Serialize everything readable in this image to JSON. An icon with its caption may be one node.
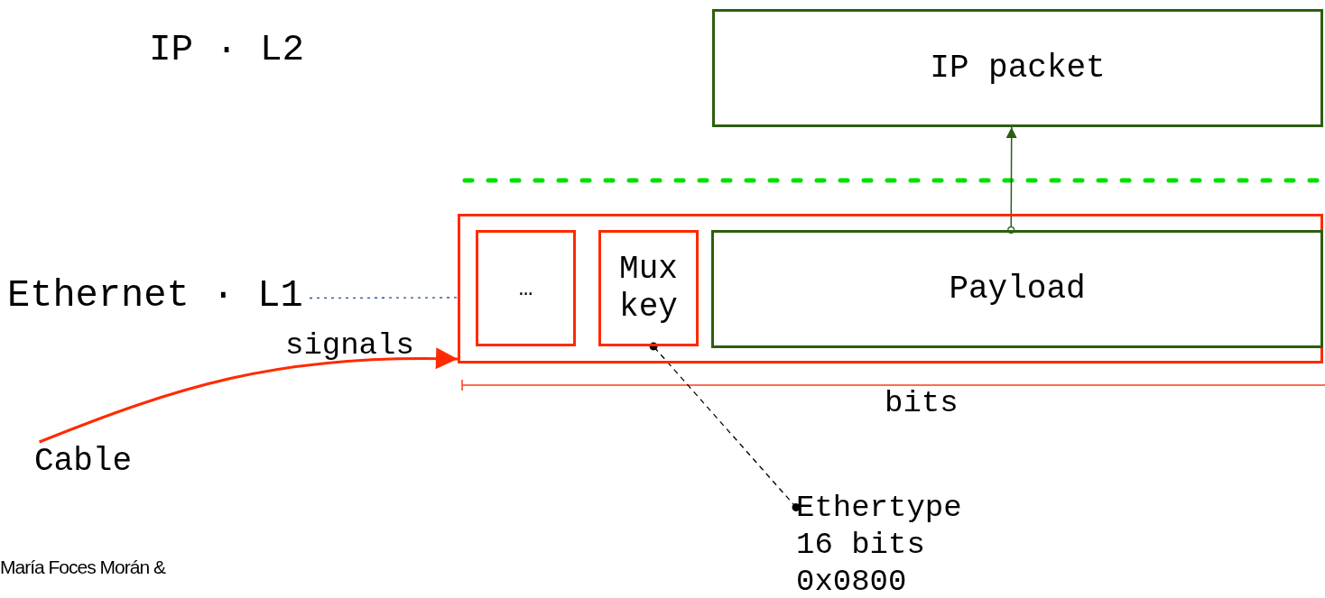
{
  "diagram": {
    "nodes": [
      {
        "text": [
          "IP packet"
        ]
      },
      {
        "text": [],
        "shape": "box"
      },
      {
        "text": [
          "…"
        ],
        "in": 1
      },
      {
        "text": [
          "Mux key"
        ],
        "in": 1
      },
      {
        "text": [
          "Payload"
        ],
        "in": 1
      },
      {
        "text": [
          "Ethertype",
          "16 bits",
          "0x0800"
        ]
      },
      {
        "text": [
          "Ethernet · L1"
        ]
      },
      {
        "text": [
          "Cable"
        ]
      }
    ],
    "edges": [
      {
        "from": 4,
        "to": 0,
        "arrow": "to",
        "color": "#2d5e10"
      },
      {
        "from": 5,
        "to": 3,
        "arrow": "other",
        "style": "dashed",
        "color": "#000000"
      },
      {
        "from": 6,
        "to": 1,
        "arrow": "none",
        "style": "dashed",
        "color": "#1f4f8f"
      },
      {
        "from": 7,
        "to": 1,
        "arrow": "to",
        "label": "signals",
        "color": "#ff2a00"
      }
    ],
    "labels": [
      "IP · L2",
      "bits",
      "María Foces Morán &"
    ]
  }
}
